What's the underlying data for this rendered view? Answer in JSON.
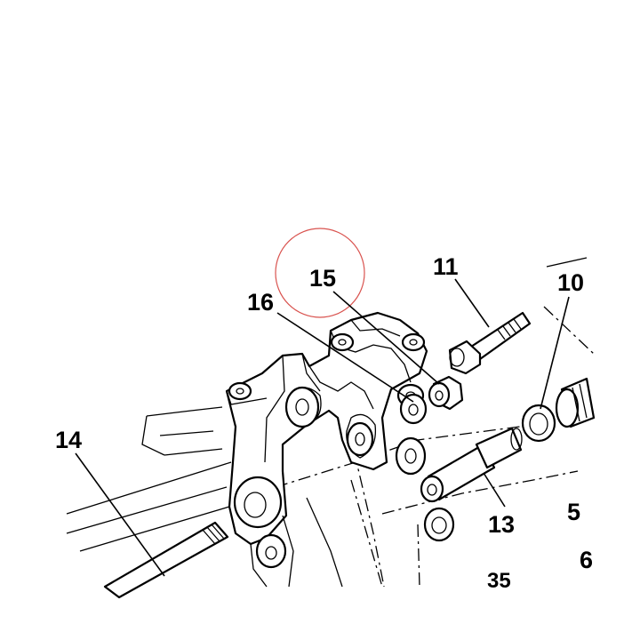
{
  "callouts": {
    "c15": "15",
    "c16": "16",
    "c11": "11",
    "c10": "10",
    "c14": "14",
    "c13": "13",
    "c5": "5",
    "c6": "6",
    "c35": "35"
  },
  "highlight_color": "#d9534f"
}
